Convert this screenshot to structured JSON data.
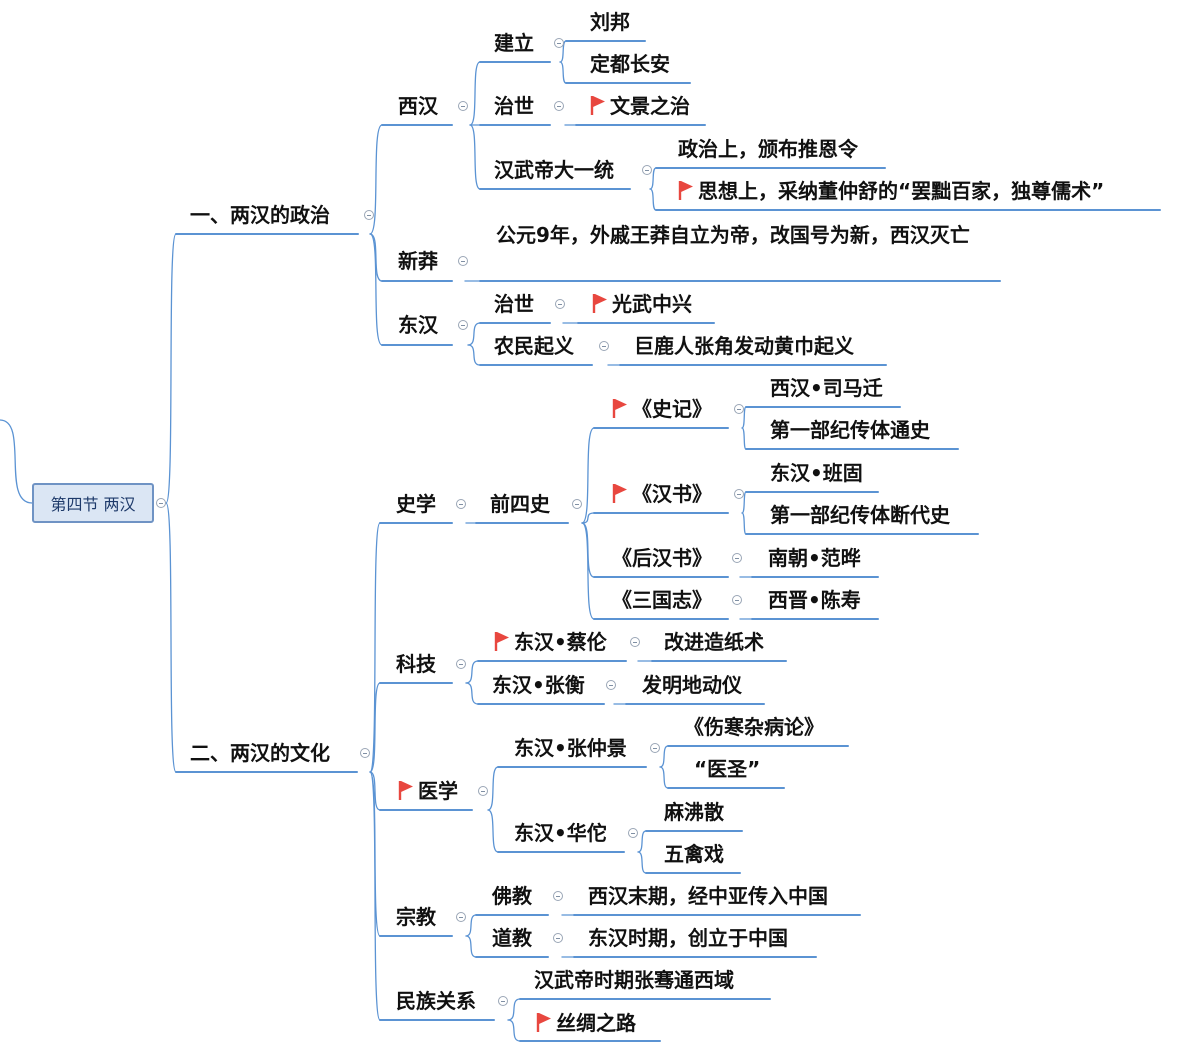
{
  "root": {
    "label": "第四节 两汉"
  },
  "politics": {
    "title": "一、两汉的政治",
    "xihan": {
      "label": "西汉",
      "jianli": {
        "label": "建立",
        "liubang": "刘邦",
        "dingdu": "定都长安"
      },
      "zhishi": {
        "label": "治世",
        "wenjing": "文景之治"
      },
      "wudi": {
        "label": "汉武帝大一统",
        "zhengzhi": "政治上，颁布推恩令",
        "sixiang": "思想上，采纳董仲舒的“罢黜百家，独尊儒术”"
      }
    },
    "xinmang": {
      "label": "新莽",
      "desc": "公元9年，外戚王莽自立为帝，改国号为新，西汉灭亡"
    },
    "donghan": {
      "label": "东汉",
      "zhishi": {
        "label": "治世",
        "guangwu": "光武中兴"
      },
      "qiyi": {
        "label": "农民起义",
        "huangjin": "巨鹿人张角发动黄巾起义"
      }
    }
  },
  "culture": {
    "title": "二、两汉的文化",
    "shixue": {
      "label": "史学",
      "qiansishi": {
        "label": "前四史",
        "shiji": {
          "label": "《史记》",
          "author": "西汉•司马迁",
          "note": "第一部纪传体通史"
        },
        "hanshu": {
          "label": "《汉书》",
          "author": "东汉•班固",
          "note": "第一部纪传体断代史"
        },
        "houhanshu": {
          "label": "《后汉书》",
          "author": "南朝•范晔"
        },
        "sanguozhi": {
          "label": "《三国志》",
          "author": "西晋•陈寿"
        }
      }
    },
    "keji": {
      "label": "科技",
      "cailun": {
        "label": "东汉•蔡伦",
        "note": "改进造纸术"
      },
      "zhangheng": {
        "label": "东汉•张衡",
        "note": "发明地动仪"
      }
    },
    "yixue": {
      "label": "医学",
      "zhangzhongjing": {
        "label": "东汉•张仲景",
        "book": "《伤寒杂病论》",
        "title": "“医圣”"
      },
      "huatuo": {
        "label": "东汉•华佗",
        "mafeisan": "麻沸散",
        "wuqinxi": "五禽戏"
      }
    },
    "zongjiao": {
      "label": "宗教",
      "fojiao": {
        "label": "佛教",
        "note": "西汉末期，经中亚传入中国"
      },
      "daojiao": {
        "label": "道教",
        "note": "东汉时期，创立于中国"
      }
    },
    "minzu": {
      "label": "民族关系",
      "zhangqian": "汉武帝时期张骞通西域",
      "silu": "丝绸之路"
    }
  },
  "colors": {
    "line": "#5b93d3",
    "flag": "#e8473f",
    "root_fill": "#dbe6f4",
    "root_border": "#6f93c4"
  },
  "icons": {
    "flag": "red-flag-icon",
    "collapse": "collapse-minus-icon"
  }
}
